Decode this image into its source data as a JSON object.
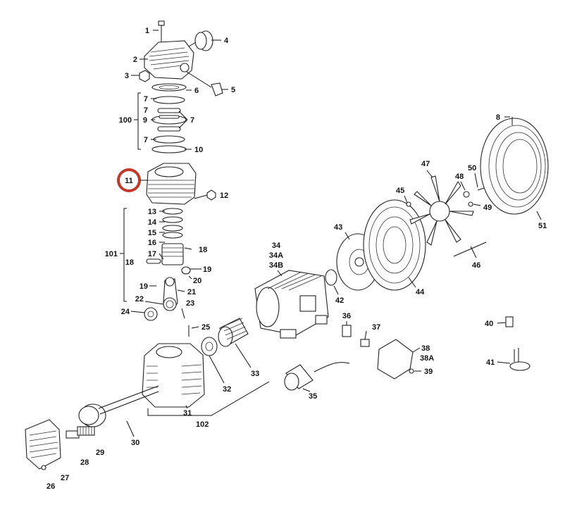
{
  "highlight": {
    "label": "11",
    "color": "#c0392b"
  },
  "callouts": [
    {
      "id": "c1",
      "text": "1"
    },
    {
      "id": "c2",
      "text": "2"
    },
    {
      "id": "c3",
      "text": "3"
    },
    {
      "id": "c4",
      "text": "4"
    },
    {
      "id": "c5",
      "text": "5"
    },
    {
      "id": "c6",
      "text": "6"
    },
    {
      "id": "c7a",
      "text": "7"
    },
    {
      "id": "c7b",
      "text": "7"
    },
    {
      "id": "c7c",
      "text": "7"
    },
    {
      "id": "c7d",
      "text": "7"
    },
    {
      "id": "c9",
      "text": "9"
    },
    {
      "id": "c10",
      "text": "10"
    },
    {
      "id": "c100",
      "text": "100"
    },
    {
      "id": "c12",
      "text": "12"
    },
    {
      "id": "c13",
      "text": "13"
    },
    {
      "id": "c14",
      "text": "14"
    },
    {
      "id": "c15",
      "text": "15"
    },
    {
      "id": "c16",
      "text": "16"
    },
    {
      "id": "c17",
      "text": "17"
    },
    {
      "id": "c18a",
      "text": "18"
    },
    {
      "id": "c18b",
      "text": "18"
    },
    {
      "id": "c101",
      "text": "101"
    },
    {
      "id": "c19a",
      "text": "19"
    },
    {
      "id": "c19b",
      "text": "19"
    },
    {
      "id": "c20",
      "text": "20"
    },
    {
      "id": "c21",
      "text": "21"
    },
    {
      "id": "c22",
      "text": "22"
    },
    {
      "id": "c23",
      "text": "23"
    },
    {
      "id": "c24",
      "text": "24"
    },
    {
      "id": "c25",
      "text": "25"
    },
    {
      "id": "c26",
      "text": "26"
    },
    {
      "id": "c27",
      "text": "27"
    },
    {
      "id": "c28",
      "text": "28"
    },
    {
      "id": "c29",
      "text": "29"
    },
    {
      "id": "c30",
      "text": "30"
    },
    {
      "id": "c31",
      "text": "31"
    },
    {
      "id": "c32",
      "text": "32"
    },
    {
      "id": "c33",
      "text": "33"
    },
    {
      "id": "c102",
      "text": "102"
    },
    {
      "id": "c34",
      "text": "34"
    },
    {
      "id": "c34a",
      "text": "34A"
    },
    {
      "id": "c34b",
      "text": "34B"
    },
    {
      "id": "c35",
      "text": "35"
    },
    {
      "id": "c36",
      "text": "36"
    },
    {
      "id": "c37",
      "text": "37"
    },
    {
      "id": "c38",
      "text": "38"
    },
    {
      "id": "c38a",
      "text": "38A"
    },
    {
      "id": "c39",
      "text": "39"
    },
    {
      "id": "c40",
      "text": "40"
    },
    {
      "id": "c41",
      "text": "41"
    },
    {
      "id": "c42",
      "text": "42"
    },
    {
      "id": "c43",
      "text": "43"
    },
    {
      "id": "c44",
      "text": "44"
    },
    {
      "id": "c45",
      "text": "45"
    },
    {
      "id": "c46",
      "text": "46"
    },
    {
      "id": "c47",
      "text": "47"
    },
    {
      "id": "c48",
      "text": "48"
    },
    {
      "id": "c49",
      "text": "49"
    },
    {
      "id": "c50",
      "text": "50"
    },
    {
      "id": "c51",
      "text": "51"
    },
    {
      "id": "c8",
      "text": "8"
    }
  ]
}
